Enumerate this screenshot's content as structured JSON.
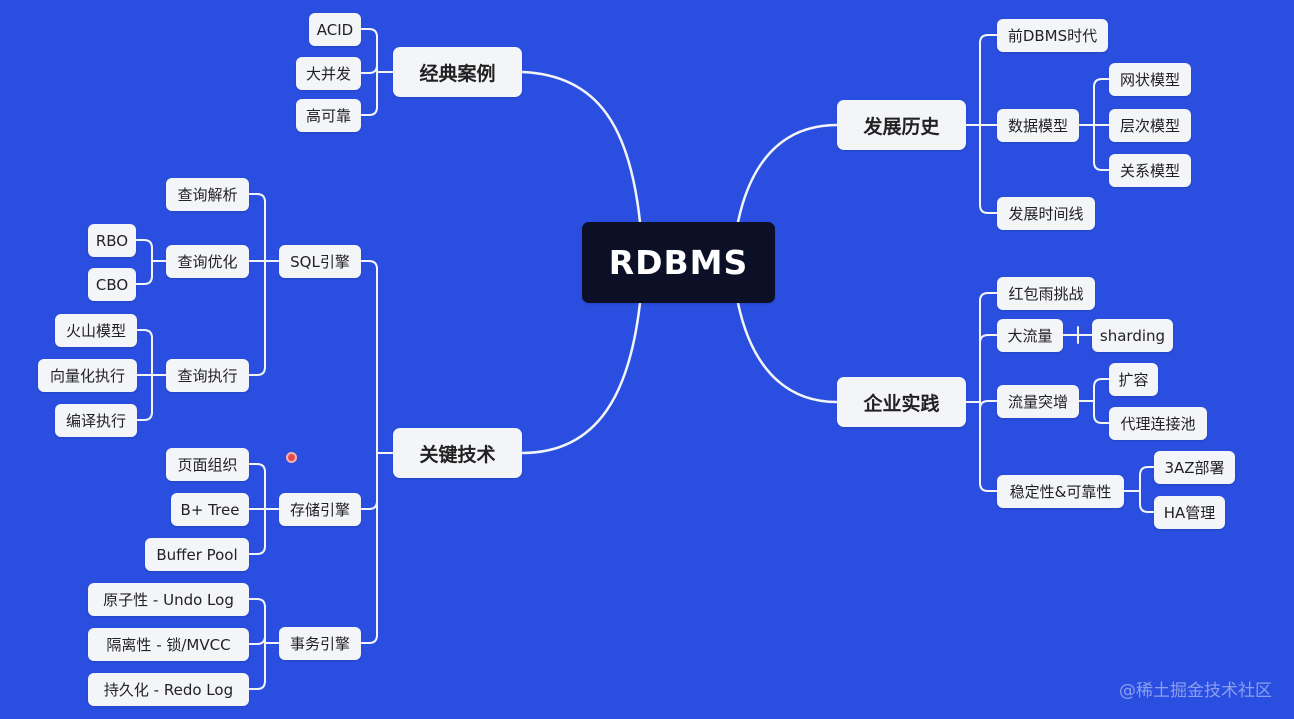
{
  "root": "RDBMS",
  "branches": {
    "classic_cases": {
      "label": "经典案例",
      "children": [
        "ACID",
        "大并发",
        "高可靠"
      ]
    },
    "key_tech": {
      "label": "关键技术",
      "sql_engine": {
        "label": "SQL引擎",
        "parse": "查询解析",
        "optimize": {
          "label": "查询优化",
          "children": [
            "RBO",
            "CBO"
          ]
        },
        "execute": {
          "label": "查询执行",
          "children": [
            "火山模型",
            "向量化执行",
            "编译执行"
          ]
        }
      },
      "storage_engine": {
        "label": "存储引擎",
        "children": [
          "页面组织",
          "B+ Tree",
          "Buffer Pool"
        ]
      },
      "txn_engine": {
        "label": "事务引擎",
        "children": [
          "原子性 - Undo Log",
          "隔离性 - 锁/MVCC",
          "持久化 - Redo Log"
        ]
      }
    },
    "history": {
      "label": "发展历史",
      "pre_dbms": "前DBMS时代",
      "data_model": {
        "label": "数据模型",
        "children": [
          "网状模型",
          "层次模型",
          "关系模型"
        ]
      },
      "timeline": "发展时间线"
    },
    "enterprise": {
      "label": "企业实践",
      "red_packet": "红包雨挑战",
      "big_traffic": {
        "label": "大流量",
        "child": "sharding"
      },
      "traffic_surge": {
        "label": "流量突增",
        "children": [
          "扩容",
          "代理连接池"
        ]
      },
      "stability": {
        "label": "稳定性&可靠性",
        "children": [
          "3AZ部署",
          "HA管理"
        ]
      }
    }
  },
  "watermark": "@稀土掘金技术社区",
  "colors": {
    "background": "#2a4fe0",
    "node": "#f4f5f8",
    "root": "#0b1026",
    "edge": "#f4f5f8"
  }
}
